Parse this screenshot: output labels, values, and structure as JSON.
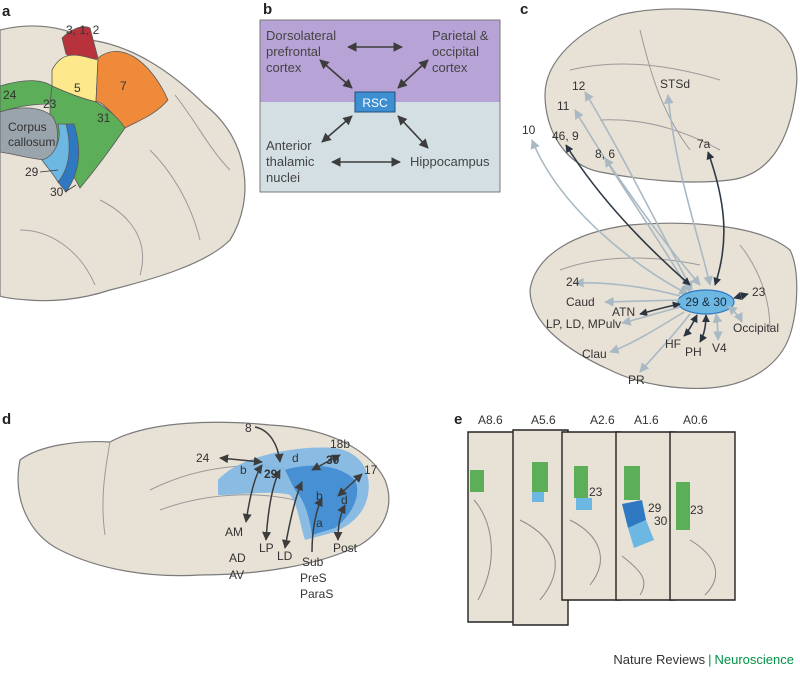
{
  "panels": {
    "a": {
      "letter": "a",
      "labels": {
        "area_312": "3, 1, 2",
        "area_24": "24",
        "area_23": "23",
        "area_5": "5",
        "area_7": "7",
        "area_31": "31",
        "corpus_callosum_1": "Corpus",
        "corpus_callosum_2": "callosum",
        "area_29": "29",
        "area_30": "30"
      },
      "colors": {
        "area_312": "#b8323b",
        "area_5": "#fde98c",
        "area_7": "#ef8a3a",
        "area_23_31": "#5cae58",
        "callosum": "#9aa4ad",
        "area_29": "#6cb8e3",
        "area_30": "#2e79c2"
      }
    },
    "b": {
      "letter": "b",
      "nodes": {
        "dlpfc_1": "Dorsolateral",
        "dlpfc_2": "prefrontal",
        "dlpfc_3": "cortex",
        "parietal_1": "Parietal &",
        "parietal_2": "occipital",
        "parietal_3": "cortex",
        "thalamic_1": "Anterior",
        "thalamic_2": "thalamic",
        "thalamic_3": "nuclei",
        "hippocampus": "Hippocampus",
        "rsc": "RSC"
      },
      "colors": {
        "top": "#b7a3d6",
        "bottom": "#d3dfe3",
        "rsc": "#3d8fd1"
      }
    },
    "c": {
      "letter": "c",
      "lateral_labels": {
        "area_12": "12",
        "area_11": "11",
        "area_10": "10",
        "area_46_9": "46, 9",
        "area_8_6": "8, 6",
        "stsd": "STSd",
        "area_7a": "7a"
      },
      "medial_labels": {
        "hub": "29 & 30",
        "area_24": "24",
        "caud": "Caud",
        "atn": "ATN",
        "lp_ld": "LP, LD, MPulv",
        "clau": "Clau",
        "pr": "PR",
        "hf": "HF",
        "ph": "PH",
        "v4": "V4",
        "occipital": "Occipital",
        "area_23": "23"
      }
    },
    "d": {
      "letter": "d",
      "labels": {
        "area_8": "8",
        "area_24": "24",
        "b_left": "b",
        "area_29": "29",
        "d_left": "d",
        "area_30": "30",
        "b_mid": "b",
        "d_right": "d",
        "a_mid": "a",
        "area_18b": "18b",
        "area_17": "17",
        "am": "AM",
        "ad": "AD",
        "av": "AV",
        "lp": "LP",
        "ld": "LD",
        "sub": "Sub",
        "pres": "PreS",
        "paras": "ParaS",
        "post": "Post"
      }
    },
    "e": {
      "letter": "e",
      "sections": [
        "A8.6",
        "A5.6",
        "A2.6",
        "A1.6",
        "A0.6"
      ],
      "labels": {
        "s3_23": "23",
        "s4_29": "29",
        "s4_30": "30",
        "s5_23": "23"
      }
    }
  },
  "footer": {
    "journal": "Nature Reviews",
    "separator": "|",
    "brand": "Neuroscience"
  }
}
